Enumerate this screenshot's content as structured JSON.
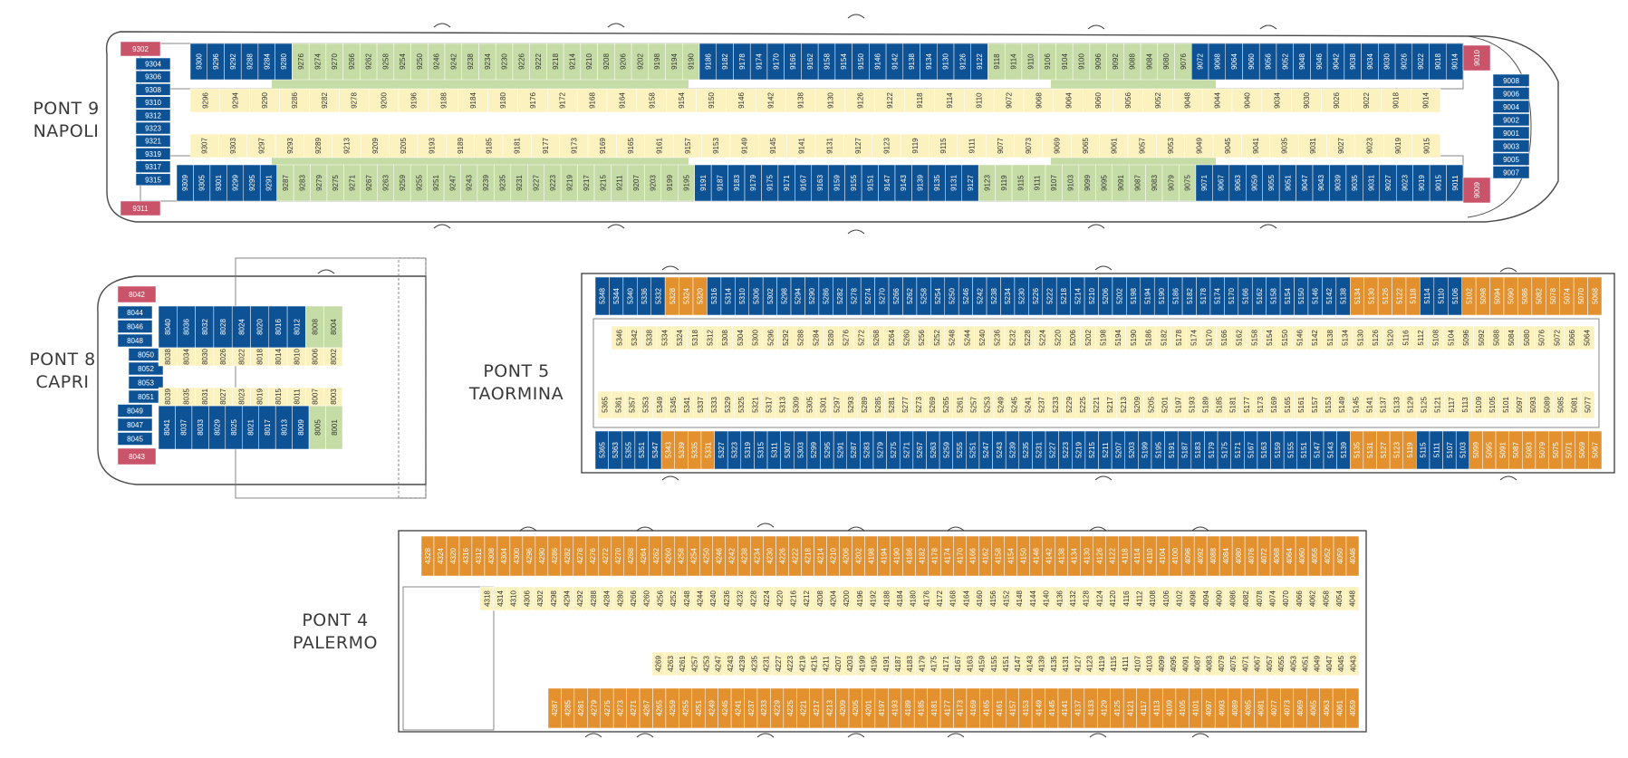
{
  "decks": [
    {
      "id": "napoli",
      "title": "PONT 9",
      "subtitle": "NAPOLI",
      "stern_cabins_rows": [
        "9304",
        "9306",
        "9308",
        "9310",
        "9312",
        "9323",
        "9321",
        "9319",
        "9317",
        "9315"
      ],
      "corner_suites": [
        "9302",
        "9311",
        "9010",
        "9009"
      ],
      "bow_cabins": [
        "9008",
        "9006",
        "9004",
        "9002",
        "9001",
        "9003",
        "9005",
        "9007"
      ],
      "top_cabins": [
        "9300",
        "9296",
        "9292",
        "9288",
        "9284",
        "9280",
        "9276",
        "9274",
        "9270",
        "9266",
        "9262",
        "9258",
        "9254",
        "9250",
        "9246",
        "9242",
        "9238",
        "9234",
        "9230",
        "9226",
        "9222",
        "9218",
        "9214",
        "9210",
        "9208",
        "9206",
        "9202",
        "9198",
        "9194",
        "9190",
        "9186",
        "9182",
        "9178",
        "9174",
        "9170",
        "9166",
        "9162",
        "9158",
        "9154",
        "9150",
        "9146",
        "9142",
        "9138",
        "9134",
        "9130",
        "9126",
        "9122",
        "9118",
        "9114",
        "9110",
        "9106",
        "9104",
        "9100",
        "9096",
        "9092",
        "9088",
        "9084",
        "9080",
        "9076",
        "9072",
        "9068",
        "9064",
        "9060",
        "9056",
        "9052",
        "9048",
        "9046",
        "9042",
        "9038",
        "9034",
        "9030",
        "9026",
        "9022",
        "9018",
        "9014"
      ],
      "bottom_cabins": [
        "9309",
        "9305",
        "9301",
        "9299",
        "9295",
        "9291",
        "9287",
        "9283",
        "9279",
        "9275",
        "9271",
        "9267",
        "9263",
        "9259",
        "9255",
        "9251",
        "9247",
        "9243",
        "9239",
        "9235",
        "9231",
        "9227",
        "9223",
        "9219",
        "9217",
        "9215",
        "9211",
        "9207",
        "9203",
        "9199",
        "9195",
        "9191",
        "9187",
        "9183",
        "9179",
        "9175",
        "9171",
        "9167",
        "9163",
        "9159",
        "9155",
        "9151",
        "9147",
        "9143",
        "9139",
        "9135",
        "9131",
        "9127",
        "9123",
        "9119",
        "9115",
        "9111",
        "9107",
        "9103",
        "9099",
        "9095",
        "9091",
        "9087",
        "9083",
        "9079",
        "9075",
        "9071",
        "9067",
        "9063",
        "9059",
        "9055",
        "9051",
        "9047",
        "9043",
        "9039",
        "9035",
        "9031",
        "9027",
        "9023",
        "9019",
        "9015",
        "9011"
      ],
      "inner_top": [
        "9296",
        "9294",
        "9290",
        "9286",
        "9282",
        "9278",
        "9200",
        "9196",
        "9188",
        "9184",
        "9180",
        "9176",
        "9172",
        "9168",
        "9164",
        "9158",
        "9154",
        "9150",
        "9146",
        "9142",
        "9138",
        "9130",
        "9126",
        "9122",
        "9118",
        "9114",
        "9110",
        "9072",
        "9068",
        "9064",
        "9060",
        "9056",
        "9052",
        "9048",
        "9044",
        "9040",
        "9034",
        "9030",
        "9026",
        "9022",
        "9018",
        "9014"
      ],
      "inner_bottom": [
        "9307",
        "9303",
        "9297",
        "9293",
        "9289",
        "9213",
        "9209",
        "9205",
        "9193",
        "9189",
        "9185",
        "9181",
        "9177",
        "9173",
        "9169",
        "9165",
        "9161",
        "9157",
        "9153",
        "9149",
        "9145",
        "9141",
        "9131",
        "9127",
        "9123",
        "9119",
        "9115",
        "9111",
        "9077",
        "9073",
        "9069",
        "9065",
        "9061",
        "9057",
        "9053",
        "9049",
        "9045",
        "9041",
        "9035",
        "9031",
        "9027",
        "9023",
        "9019",
        "9015"
      ]
    },
    {
      "id": "capri",
      "title": "PONT 8",
      "subtitle": "CAPRI",
      "corner_suites": [
        "8042",
        "8043"
      ],
      "stern_cabins": [
        "8044",
        "8046",
        "8048",
        "8050",
        "8052",
        "8053",
        "8051",
        "8049",
        "8047",
        "8045"
      ],
      "top_cabins": [
        "8040",
        "8038",
        "8036",
        "8034",
        "8032",
        "8030",
        "8028",
        "8026",
        "8024",
        "8022",
        "8020",
        "8018",
        "8016",
        "8014",
        "8012",
        "8010",
        "8008",
        "8006",
        "8004",
        "8002"
      ],
      "bottom_cabins": [
        "8041",
        "8039",
        "8037",
        "8035",
        "8033",
        "8031",
        "8029",
        "8027",
        "8025",
        "8023",
        "8021",
        "8019",
        "8017",
        "8015",
        "8013",
        "8011",
        "8009",
        "8007",
        "8005",
        "8003",
        "8001"
      ]
    },
    {
      "id": "taormina",
      "title": "PONT 5",
      "subtitle": "TAORMINA",
      "top_cabins": [
        "5348",
        "5344",
        "5340",
        "5336",
        "5332",
        "5328",
        "5324",
        "5320",
        "5316",
        "5314",
        "5310",
        "5306",
        "5302",
        "5298",
        "5294",
        "5290",
        "5286",
        "5282",
        "5278",
        "5274",
        "5270",
        "5266",
        "5262",
        "5258",
        "5254",
        "5250",
        "5246",
        "5242",
        "5238",
        "5234",
        "5230",
        "5226",
        "5222",
        "5218",
        "5214",
        "5210",
        "5206",
        "5202",
        "5198",
        "5194",
        "5190",
        "5186",
        "5182",
        "5178",
        "5174",
        "5170",
        "5166",
        "5162",
        "5158",
        "5154",
        "5150",
        "5146",
        "5142",
        "5138",
        "5134",
        "5130",
        "5126",
        "5122",
        "5118",
        "5114",
        "5110",
        "5106",
        "5102",
        "5098",
        "5094",
        "5090",
        "5086",
        "5082",
        "5078",
        "5074",
        "5070",
        "5068"
      ],
      "bottom_cabins": [
        "5365",
        "5363",
        "5355",
        "5351",
        "5347",
        "5343",
        "5339",
        "5335",
        "5331",
        "5327",
        "5323",
        "5319",
        "5315",
        "5311",
        "5307",
        "5303",
        "5299",
        "5295",
        "5291",
        "5287",
        "5283",
        "5279",
        "5275",
        "5271",
        "5267",
        "5263",
        "5259",
        "5255",
        "5251",
        "5247",
        "5243",
        "5239",
        "5235",
        "5231",
        "5227",
        "5223",
        "5219",
        "5215",
        "5211",
        "5207",
        "5203",
        "5199",
        "5195",
        "5191",
        "5187",
        "5183",
        "5179",
        "5175",
        "5171",
        "5167",
        "5163",
        "5159",
        "5155",
        "5151",
        "5147",
        "5143",
        "5139",
        "5135",
        "5131",
        "5127",
        "5123",
        "5119",
        "5115",
        "5111",
        "5107",
        "5103",
        "5099",
        "5095",
        "5091",
        "5087",
        "5083",
        "5079",
        "5075",
        "5071",
        "5069",
        "5067"
      ],
      "inner_top": [
        "5346",
        "5342",
        "5338",
        "5334",
        "5324",
        "5318",
        "5312",
        "5308",
        "5304",
        "5300",
        "5296",
        "5292",
        "5288",
        "5284",
        "5280",
        "5276",
        "5272",
        "5268",
        "5264",
        "5260",
        "5256",
        "5252",
        "5248",
        "5244",
        "5240",
        "5236",
        "5232",
        "5228",
        "5224",
        "5220",
        "5206",
        "5202",
        "5198",
        "5194",
        "5190",
        "5186",
        "5182",
        "5178",
        "5174",
        "5170",
        "5166",
        "5162",
        "5158",
        "5154",
        "5150",
        "5146",
        "5142",
        "5138",
        "5134",
        "5130",
        "5126",
        "5120",
        "5116",
        "5112",
        "5108",
        "5104",
        "5096",
        "5092",
        "5088",
        "5084",
        "5080",
        "5076",
        "5072",
        "5066",
        "5064"
      ],
      "inner_bottom": [
        "5365",
        "5361",
        "5357",
        "5353",
        "5349",
        "5345",
        "5341",
        "5337",
        "5333",
        "5329",
        "5325",
        "5321",
        "5317",
        "5313",
        "5309",
        "5305",
        "5301",
        "5297",
        "5293",
        "5289",
        "5285",
        "5281",
        "5277",
        "5273",
        "5269",
        "5265",
        "5261",
        "5257",
        "5253",
        "5249",
        "5245",
        "5241",
        "5237",
        "5233",
        "5229",
        "5225",
        "5221",
        "5217",
        "5213",
        "5209",
        "5205",
        "5201",
        "5197",
        "5193",
        "5189",
        "5185",
        "5181",
        "5177",
        "5173",
        "5169",
        "5165",
        "5161",
        "5157",
        "5153",
        "5149",
        "5145",
        "5141",
        "5137",
        "5133",
        "5129",
        "5125",
        "5121",
        "5117",
        "5113",
        "5109",
        "5105",
        "5101",
        "5097",
        "5093",
        "5089",
        "5085",
        "5081",
        "5077"
      ]
    },
    {
      "id": "palermo",
      "title": "PONT 4",
      "subtitle": "PALERMO",
      "top_cabins": [
        "4328",
        "4324",
        "4320",
        "4316",
        "4312",
        "4308",
        "4304",
        "4300",
        "4296",
        "4290",
        "4286",
        "4282",
        "4278",
        "4276",
        "4272",
        "4270",
        "4268",
        "4264",
        "4262",
        "4260",
        "4258",
        "4254",
        "4250",
        "4246",
        "4242",
        "4238",
        "4234",
        "4230",
        "4226",
        "4222",
        "4218",
        "4214",
        "4210",
        "4206",
        "4202",
        "4198",
        "4194",
        "4190",
        "4186",
        "4182",
        "4178",
        "4174",
        "4170",
        "4166",
        "4162",
        "4158",
        "4154",
        "4150",
        "4146",
        "4142",
        "4138",
        "4134",
        "4130",
        "4126",
        "4122",
        "4118",
        "4114",
        "4110",
        "4104",
        "4100",
        "4096",
        "4092",
        "4088",
        "4084",
        "4080",
        "4076",
        "4072",
        "4068",
        "4064",
        "4060",
        "4056",
        "4052",
        "4050",
        "4046"
      ],
      "bottom_cabins": [
        "4287",
        "4285",
        "4281",
        "4279",
        "4275",
        "4273",
        "4271",
        "4267",
        "4265",
        "4259",
        "4255",
        "4251",
        "4249",
        "4245",
        "4241",
        "4237",
        "4233",
        "4229",
        "4225",
        "4221",
        "4217",
        "4213",
        "4209",
        "4205",
        "4201",
        "4197",
        "4193",
        "4189",
        "4185",
        "4181",
        "4177",
        "4173",
        "4169",
        "4165",
        "4161",
        "4157",
        "4153",
        "4149",
        "4145",
        "4141",
        "4137",
        "4133",
        "4129",
        "4125",
        "4121",
        "4117",
        "4113",
        "4109",
        "4105",
        "4101",
        "4097",
        "4093",
        "4089",
        "4085",
        "4081",
        "4077",
        "4073",
        "4069",
        "4065",
        "4063",
        "4061",
        "4059"
      ],
      "inner_top": [
        "4318",
        "4314",
        "4310",
        "4306",
        "4302",
        "4298",
        "4294",
        "4292",
        "4288",
        "4284",
        "4280",
        "4266",
        "4260",
        "4256",
        "4252",
        "4248",
        "4244",
        "4240",
        "4236",
        "4232",
        "4228",
        "4224",
        "4220",
        "4216",
        "4212",
        "4208",
        "4204",
        "4200",
        "4196",
        "4192",
        "4188",
        "4184",
        "4180",
        "4176",
        "4172",
        "4168",
        "4164",
        "4160",
        "4156",
        "4152",
        "4148",
        "4144",
        "4140",
        "4136",
        "4132",
        "4128",
        "4124",
        "4120",
        "4116",
        "4112",
        "4108",
        "4106",
        "4102",
        "4098",
        "4094",
        "4090",
        "4086",
        "4082",
        "4078",
        "4074",
        "4070",
        "4066",
        "4062",
        "4058",
        "4054",
        "4048"
      ],
      "inner_bottom": [
        "4269",
        "4263",
        "4261",
        "4257",
        "4253",
        "4247",
        "4243",
        "4239",
        "4235",
        "4231",
        "4227",
        "4223",
        "4219",
        "4215",
        "4211",
        "4207",
        "4203",
        "4199",
        "4195",
        "4191",
        "4187",
        "4183",
        "4179",
        "4175",
        "4171",
        "4167",
        "4163",
        "4159",
        "4155",
        "4151",
        "4147",
        "4143",
        "4139",
        "4135",
        "4131",
        "4127",
        "4123",
        "4119",
        "4115",
        "4111",
        "4107",
        "4103",
        "4099",
        "4095",
        "4091",
        "4087",
        "4083",
        "4079",
        "4075",
        "4071",
        "4067",
        "4057",
        "4055",
        "4053",
        "4051",
        "4049",
        "4047",
        "4045",
        "4043"
      ]
    }
  ],
  "legend_colors": {
    "suite": "#c9546a",
    "balcony": "#0e5296",
    "oceanview": "#e3912e",
    "interior": "#fbf2c0",
    "interior_green": "#c6dca6",
    "outline": "#4a4a4a"
  }
}
